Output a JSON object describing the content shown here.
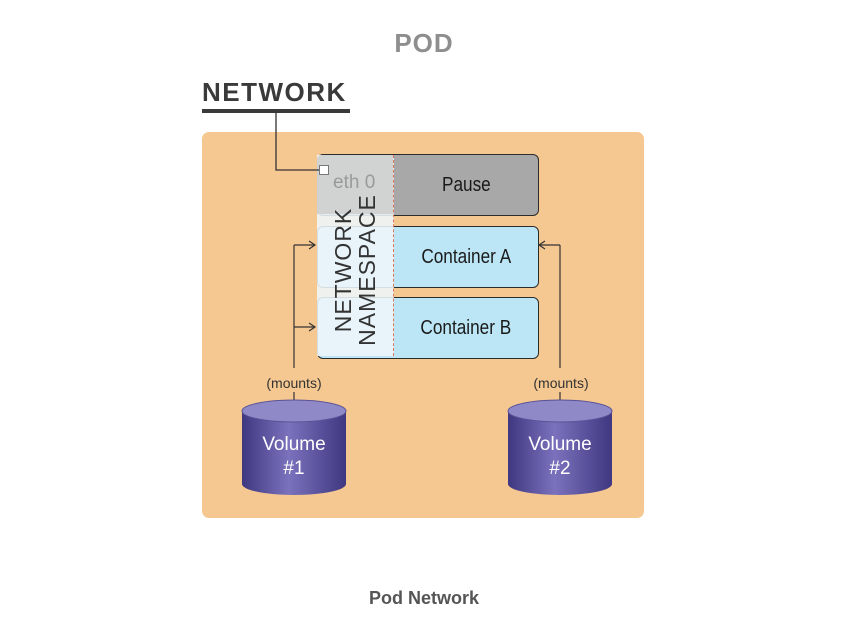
{
  "title": "POD",
  "network_label": "NETWORK",
  "eth_label": "eth 0",
  "network_namespace": {
    "line1": "NETWORK",
    "line2": "NAMESPACE"
  },
  "containers": {
    "pause": "Pause",
    "container_a": "Container A",
    "container_b": "Container B"
  },
  "mounts": {
    "left": "(mounts)",
    "right": "(mounts)"
  },
  "volumes": {
    "v1": {
      "line1": "Volume",
      "line2": "#1"
    },
    "v2": {
      "line1": "Volume",
      "line2": "#2"
    }
  },
  "caption": "Pod Network",
  "colors": {
    "pod_background": "#f6c891",
    "pause": "#a8a8a8",
    "container": "#bce6f6",
    "volume": "#6a62a8",
    "namespace_border": "#d9785c"
  }
}
